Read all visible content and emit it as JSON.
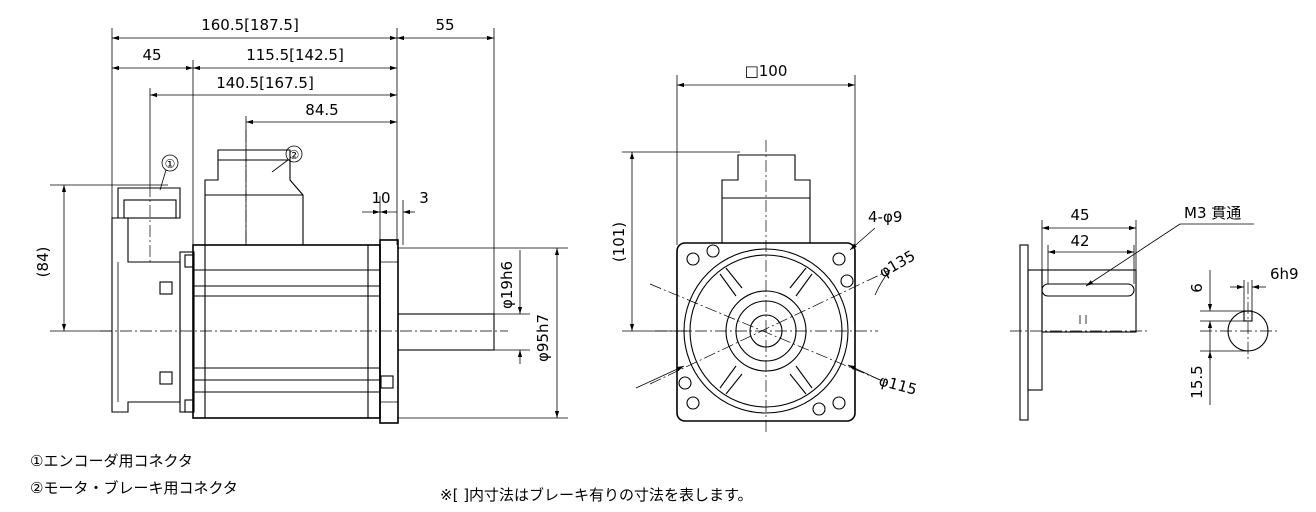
{
  "side_view": {
    "dims": {
      "total_length": "160.5[187.5]",
      "shaft_length": "55",
      "flange_offset": "45",
      "body_length": "115.5[142.5]",
      "encoder_connector_pos": "140.5[167.5]",
      "power_connector_pos": "84.5",
      "flange_thickness": "10",
      "shaft_step": "3",
      "height_84": "(84)",
      "shaft_dia": "φ19h6",
      "spigot_dia": "φ95h7"
    },
    "callouts": {
      "encoder": "①",
      "power": "②"
    }
  },
  "front_view": {
    "dims": {
      "square": "□100",
      "height_101": "(101)",
      "mount_holes": "4-φ9",
      "pcd": "φ135",
      "spigot": "φ115"
    }
  },
  "shaft_view": {
    "dims": {
      "key_length_45": "45",
      "key_length_42": "42",
      "tap": "M3 貫通",
      "key_width": "6h9",
      "key_depth": "6",
      "key_height": "15.5"
    }
  },
  "legend": {
    "item1": "①エンコーダ用コネクタ",
    "item2": "②モータ・ブレーキ用コネクタ"
  },
  "footnote": "※[ ]内寸法はブレーキ有りの寸法を表します。"
}
